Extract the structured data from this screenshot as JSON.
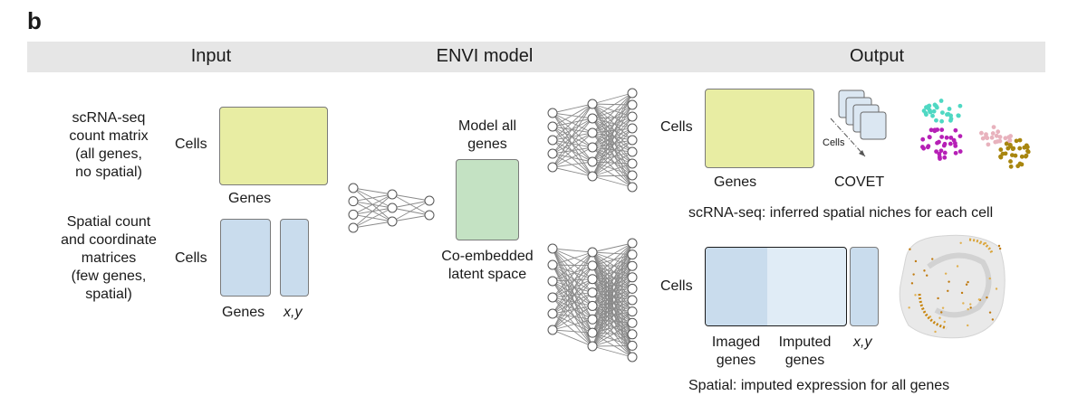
{
  "panel_letter": "b",
  "headers": {
    "input": "Input",
    "model": "ENVI model",
    "output": "Output"
  },
  "input": {
    "sc_desc": [
      "scRNA-seq",
      "count matrix",
      "(all genes,",
      "no spatial)"
    ],
    "sc_cells": "Cells",
    "sc_genes": "Genes",
    "sp_desc": [
      "Spatial count",
      "and coordinate",
      "matrices",
      "(few genes,",
      "spatial)"
    ],
    "sp_cells": "Cells",
    "sp_genes": "Genes",
    "sp_xy": "x,y"
  },
  "model": {
    "top_label": [
      "Model all",
      "genes"
    ],
    "bottom_label": [
      "Co-embedded",
      "latent space"
    ]
  },
  "output": {
    "sc_cells": "Cells",
    "sc_genes": "Genes",
    "covet_cells": "Cells",
    "covet": "COVET",
    "sc_caption": "scRNA-seq: inferred spatial niches for each cell",
    "sp_cells": "Cells",
    "imaged": [
      "Imaged",
      "genes"
    ],
    "imputed": [
      "Imputed",
      "genes"
    ],
    "sp_xy": "x,y",
    "sp_caption": "Spatial: imputed expression for all genes"
  },
  "colors": {
    "yellow": "#e8eda3",
    "blue": "#c9dced",
    "light_blue": "#e0ecf6",
    "green": "#c4e2c3",
    "header_bg": "#e6e6e6",
    "teal": "#4fd8c3",
    "magenta": "#b620b6",
    "pink": "#e8b2bd",
    "olive": "#a8860f"
  }
}
